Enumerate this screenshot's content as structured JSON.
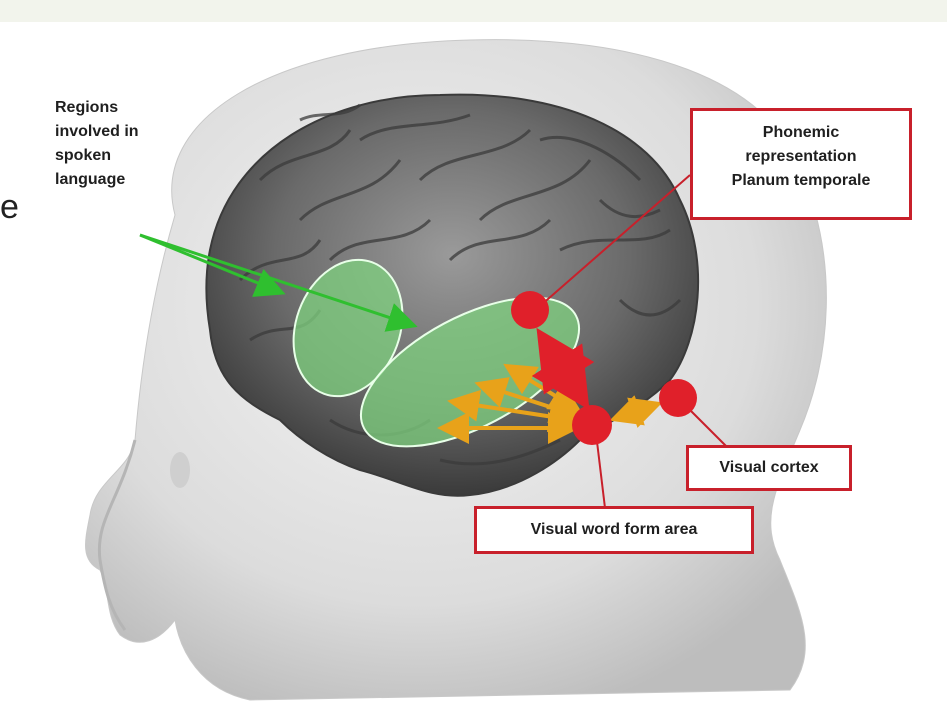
{
  "stray_text": "e",
  "labels": {
    "regions": [
      "Regions",
      "involved in",
      "spoken",
      "language"
    ],
    "phonemic": [
      "Phonemic",
      "representation",
      "Planum temporale"
    ],
    "visual_cortex": "Visual cortex",
    "vwfa": "Visual word form area"
  },
  "colors": {
    "box_border": "#c8202b",
    "red_node": "#e0202a",
    "green_region": "#7fd17f",
    "green_arrow": "#2fbf2f",
    "yellow_arrow": "#e8a21a",
    "brain": "#6d6d6d",
    "head": "#e4e4e4"
  }
}
